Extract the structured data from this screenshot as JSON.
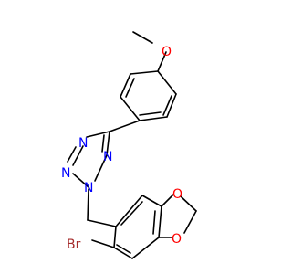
{
  "molecule": {
    "atoms": [
      {
        "id": "O_methoxy",
        "symbol": "O",
        "color": "#ff0000"
      },
      {
        "id": "N1",
        "symbol": "N",
        "color": "#0000ff"
      },
      {
        "id": "N2",
        "symbol": "N",
        "color": "#0000ff"
      },
      {
        "id": "N3",
        "symbol": "N",
        "color": "#0000ff"
      },
      {
        "id": "N4",
        "symbol": "N",
        "color": "#0000ff"
      },
      {
        "id": "O_dioxole_top",
        "symbol": "O",
        "color": "#ff0000"
      },
      {
        "id": "O_dioxole_bottom",
        "symbol": "O",
        "color": "#ff0000"
      },
      {
        "id": "Br",
        "symbol": "Br",
        "color": "#a52a2a"
      }
    ],
    "bond_color": "#000000"
  }
}
